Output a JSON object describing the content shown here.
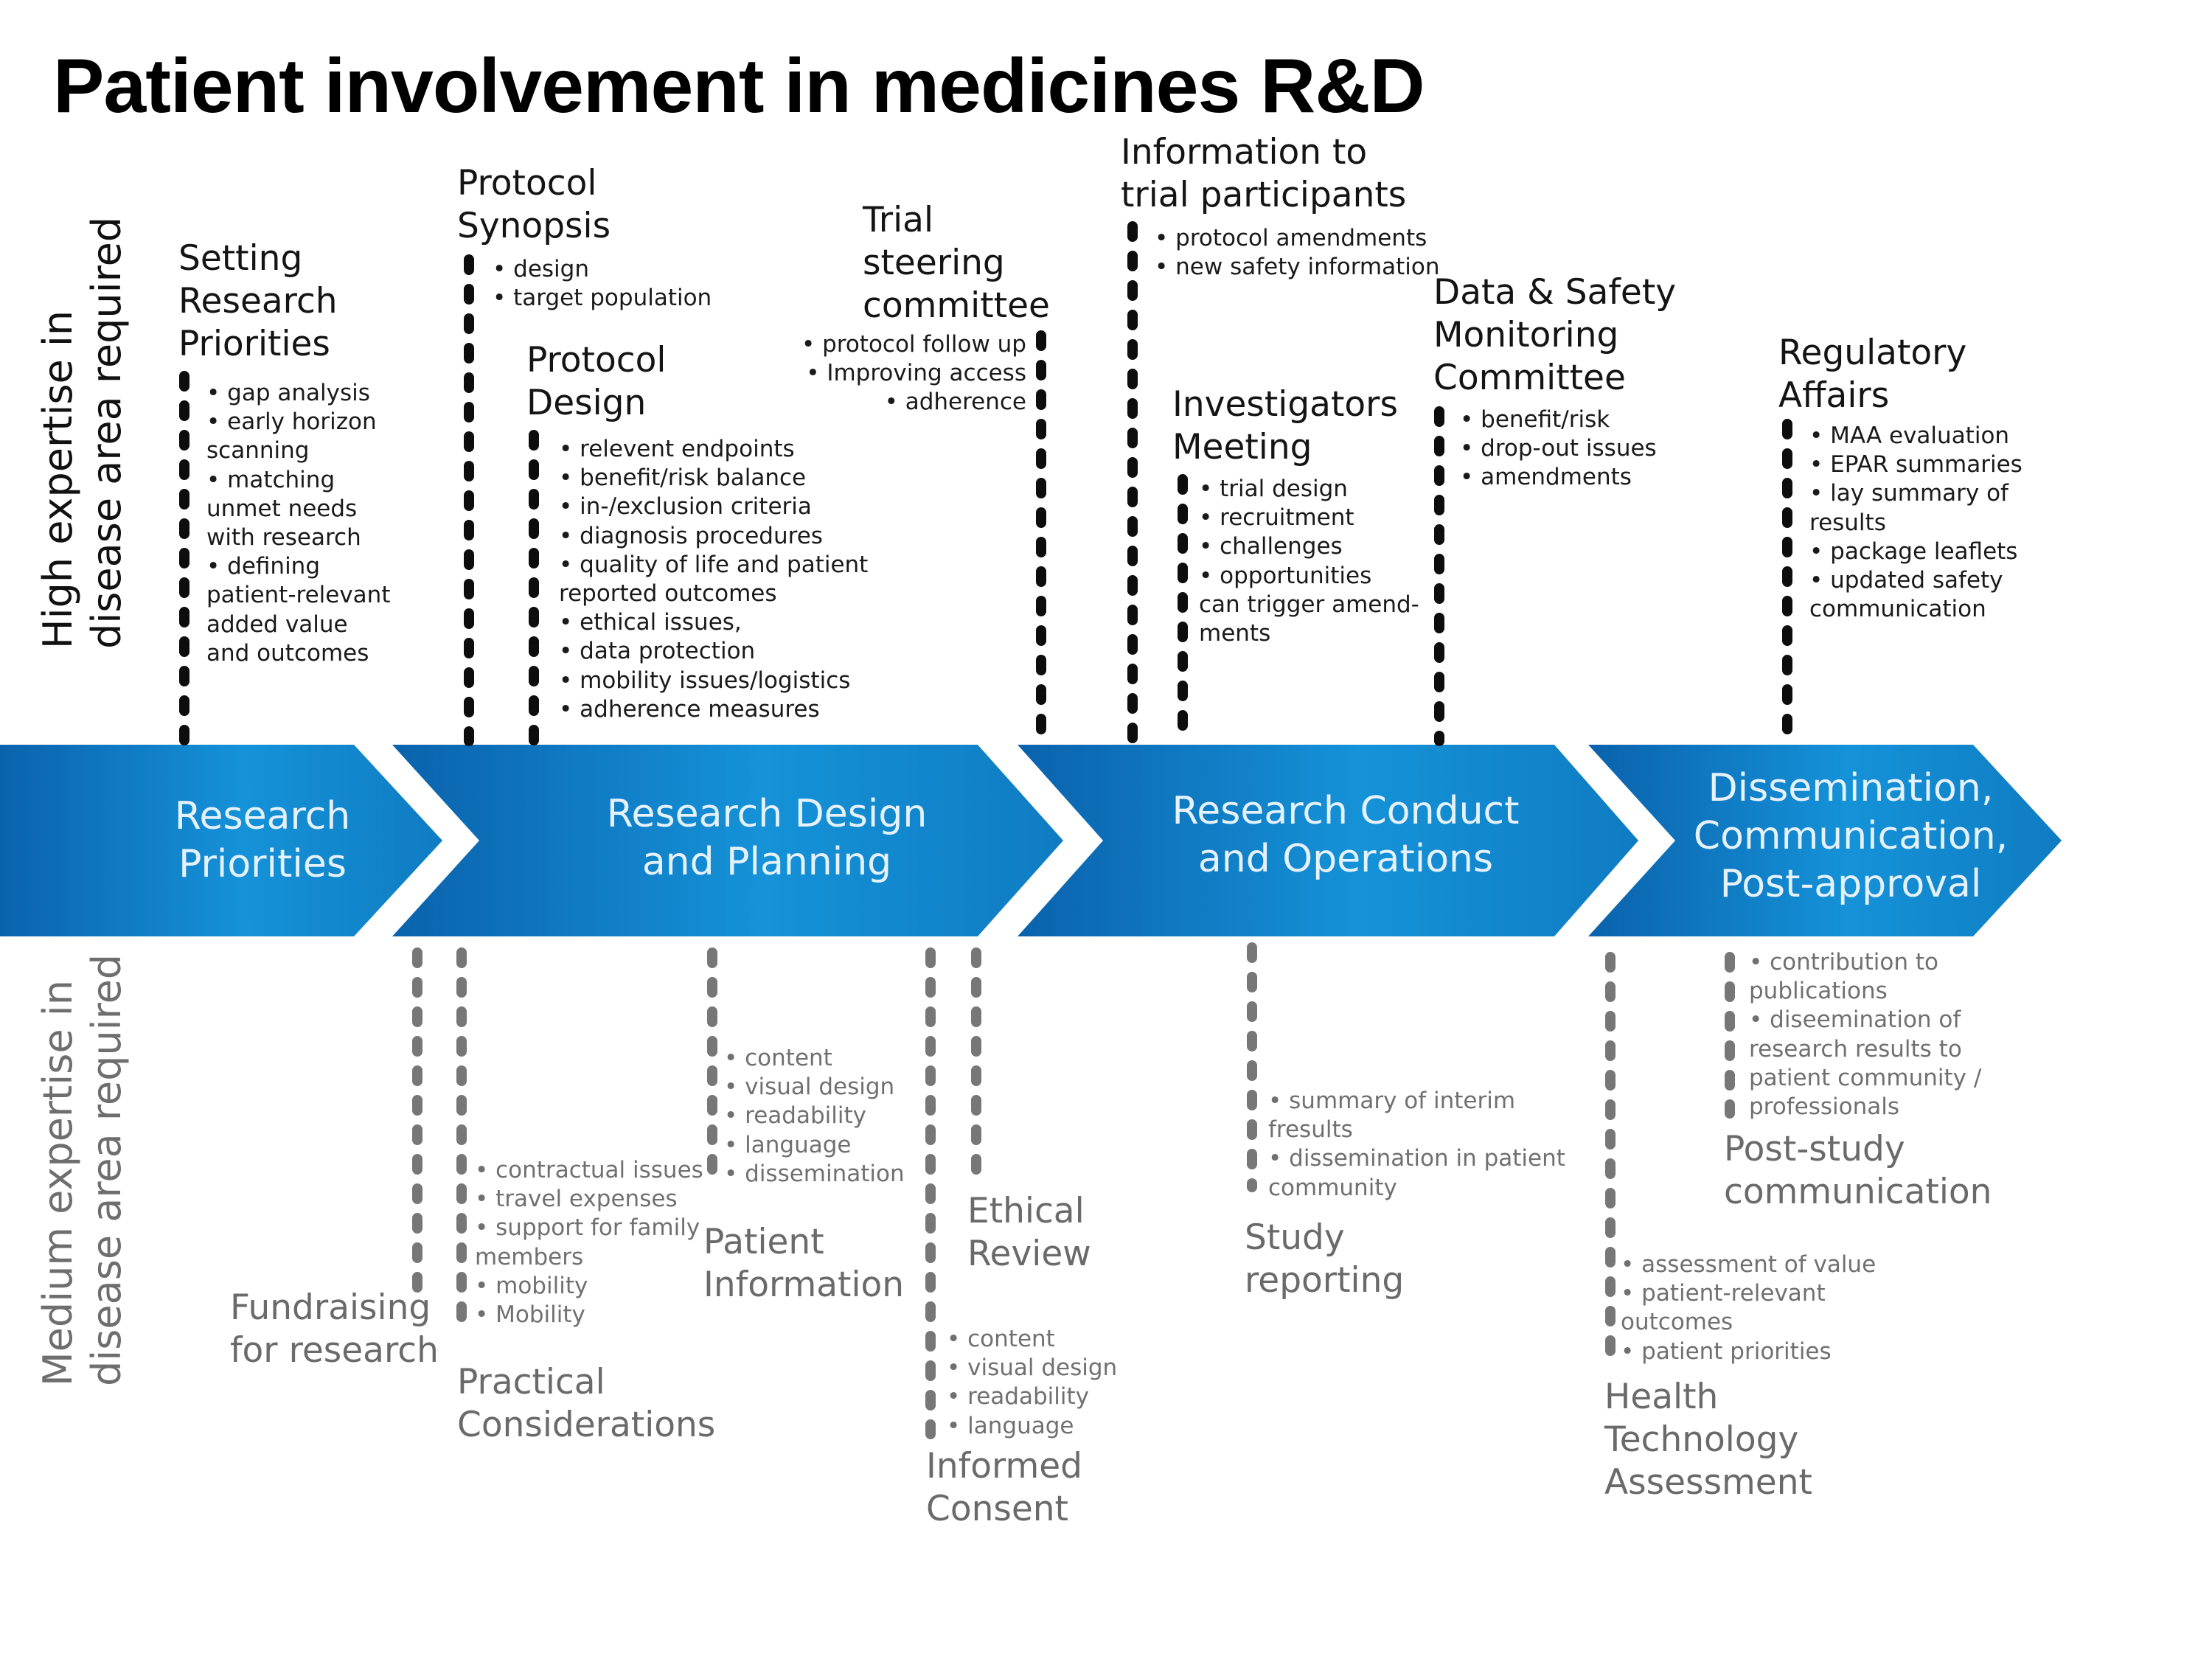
{
  "title": "Patient involvement in medicines R&D",
  "axis": {
    "high": [
      "High expertise in",
      "disease area required"
    ],
    "medium": [
      "Medium expertise in",
      "disease area required"
    ]
  },
  "colors": {
    "band_dark": "#0a62ac",
    "band_light": "#1490d6",
    "high_line": "#0d0d0d",
    "medium_line": "#777777",
    "medium_text": "#6a6a6a"
  },
  "stages": [
    [
      "Research",
      "Priorities"
    ],
    [
      "Research Design",
      "and Planning"
    ],
    [
      "Research Conduct",
      "and Operations"
    ],
    [
      "Dissemination,",
      "Communication,",
      "Post-approval"
    ]
  ],
  "high": {
    "setting": {
      "title": [
        "Setting",
        "Research",
        "Priorities"
      ],
      "bullets": [
        "• gap analysis",
        "• early horizon",
        "scanning",
        "• matching",
        "unmet needs",
        "with research",
        "• defining",
        "patient-relevant",
        "added value",
        "and outcomes"
      ]
    },
    "synopsis": {
      "title": [
        "Protocol",
        "Synopsis"
      ],
      "bullets": [
        "• design",
        "• target population"
      ]
    },
    "design": {
      "title": [
        "Protocol",
        "Design"
      ],
      "bullets": [
        "• relevent endpoints",
        "• benefit/risk balance",
        "• in-/exclusion criteria",
        "• diagnosis procedures",
        "• quality of life and patient",
        "reported outcomes",
        "• ethical issues,",
        "• data protection",
        "• mobility issues/logistics",
        "• adherence measures"
      ]
    },
    "steering": {
      "title": [
        "Trial",
        "steering",
        "committee"
      ],
      "bullets": [
        "•  protocol follow up",
        "•  Improving access",
        "•   adherence"
      ]
    },
    "info": {
      "title": [
        "Information to",
        "trial participants"
      ],
      "bullets": [
        "•  protocol amendments",
        "•  new safety information"
      ]
    },
    "investigators": {
      "title": [
        "Investigators",
        "Meeting"
      ],
      "bullets": [
        "• trial design",
        "• recruitment",
        "• challenges",
        "• opportunities",
        "can trigger amend-",
        "ments"
      ]
    },
    "dsmc": {
      "title": [
        "Data & Safety",
        "Monitoring",
        "Committee"
      ],
      "bullets": [
        "• benefit/risk",
        "• drop-out issues",
        "• amendments"
      ]
    },
    "regulatory": {
      "title": [
        "Regulatory",
        "Affairs"
      ],
      "bullets": [
        "• MAA evaluation",
        "• EPAR summaries",
        "• lay summary of",
        "results",
        "• package leaflets",
        "• updated safety",
        "communication"
      ]
    }
  },
  "medium": {
    "fundraising": {
      "title": [
        "Fundraising",
        "for research"
      ]
    },
    "practical": {
      "title": [
        "Practical",
        "Considerations"
      ],
      "bullets": [
        "• contractual issues",
        "• travel expenses",
        "•  support for family",
        "members",
        "•  mobility",
        "•  Mobility"
      ]
    },
    "patientinfo": {
      "title": [
        "Patient",
        "Information"
      ],
      "bullets": [
        "• content",
        "• visual design",
        "• readability",
        "• language",
        "• dissemination"
      ]
    },
    "ethical": {
      "title": [
        "Ethical",
        "Review"
      ]
    },
    "consent": {
      "title": [
        "Informed",
        "Consent"
      ],
      "bullets": [
        "• content",
        "• visual design",
        "• readability",
        "• language"
      ]
    },
    "study": {
      "title": [
        "Study",
        "reporting"
      ],
      "bullets": [
        "• summary of interim",
        "fresults",
        "• dissemination in patient",
        "community"
      ]
    },
    "hta": {
      "title": [
        "Health",
        "Technology",
        "Assessment"
      ],
      "bullets": [
        "• assessment of value",
        "• patient-relevant",
        "outcomes",
        "• patient priorities"
      ]
    },
    "poststudy": {
      "title": [
        "Post-study",
        "communication"
      ],
      "bullets": [
        "• contribution to",
        "publications",
        "• diseemination of",
        " research results to",
        "patient community /",
        "professionals"
      ]
    }
  }
}
